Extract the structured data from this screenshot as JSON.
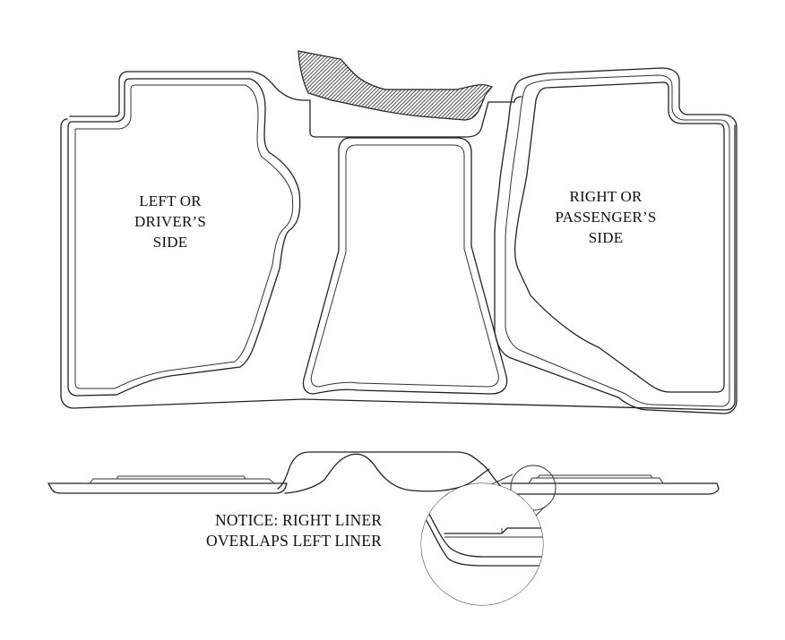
{
  "labels": {
    "left_side": [
      "LEFT OR",
      "DRIVER’S",
      "SIDE"
    ],
    "right_side": [
      "RIGHT OR",
      "PASSENGER’S",
      "SIDE"
    ],
    "notice": [
      "NOTICE: RIGHT LINER",
      "OVERLAPS LEFT LINER"
    ]
  }
}
